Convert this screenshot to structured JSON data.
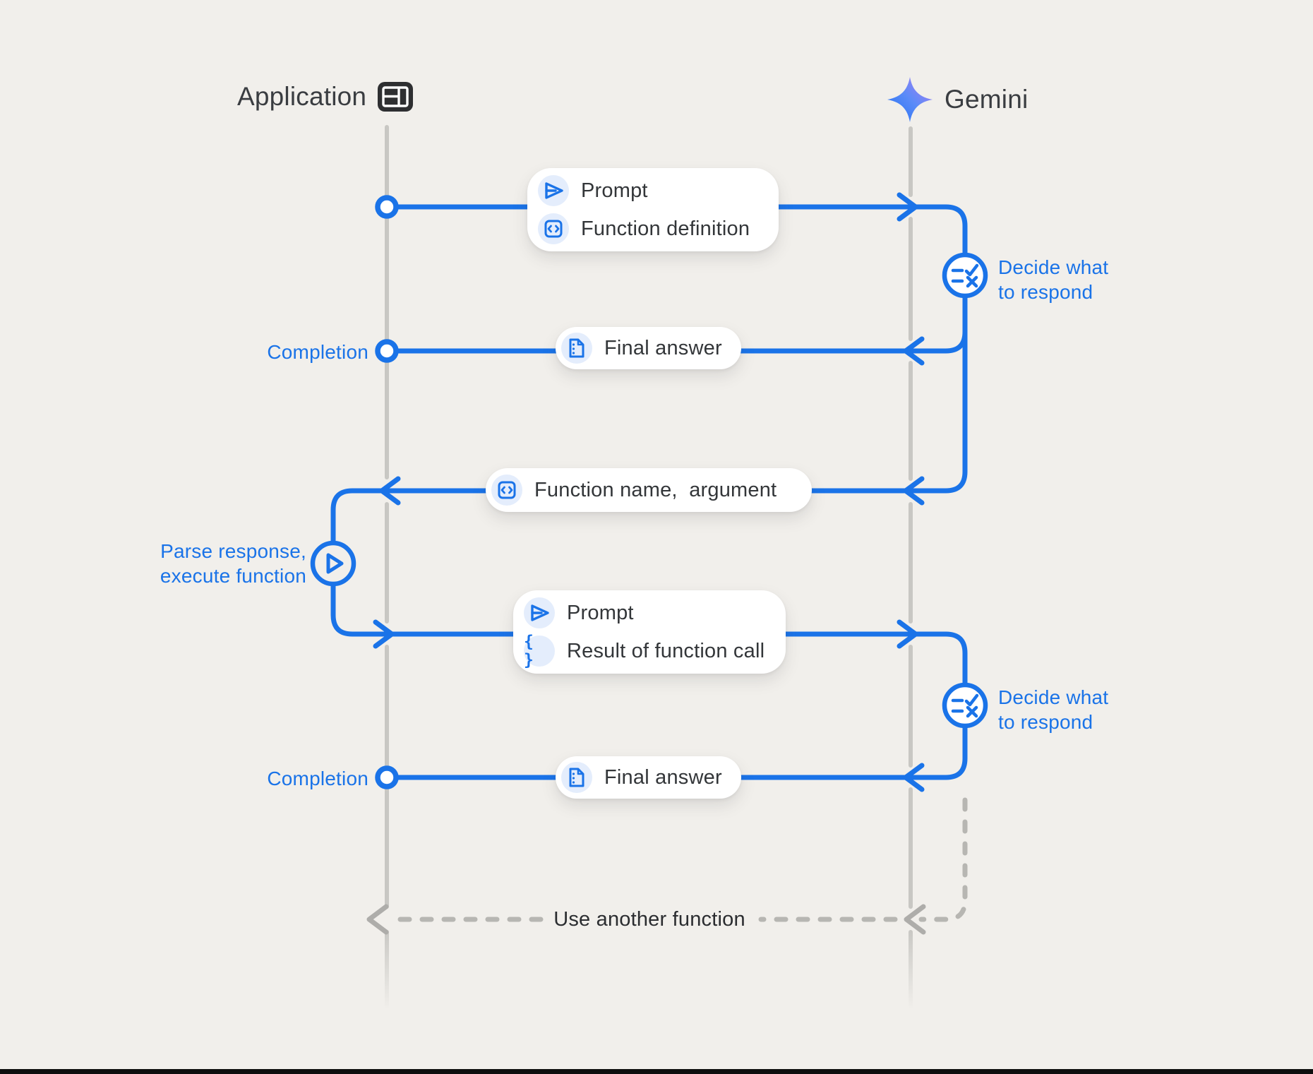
{
  "title": "Gemini function calling sequence diagram",
  "colors": {
    "background": "#f1efeb",
    "accent_blue": "#1a73e8",
    "lifeline_gray": "#c8c7c3",
    "dashed_gray": "#b7b6b2",
    "box_text": "#333639",
    "header_text": "#3a3d41",
    "star_gradient_start": "#1f6ef2",
    "star_gradient_end": "#b07cf2"
  },
  "actors": {
    "application": {
      "label": "Application",
      "icon": "app-window-icon"
    },
    "gemini": {
      "label": "Gemini",
      "icon": "gemini-star-icon"
    }
  },
  "messages": {
    "prompt_function": {
      "rows": [
        {
          "icon": "send-icon",
          "label": "Prompt"
        },
        {
          "icon": "code-icon",
          "label": "Function definition"
        }
      ]
    },
    "final_answer_1": {
      "icon": "document-icon",
      "label": "Final answer"
    },
    "function_name": {
      "icon": "code-icon",
      "label": "Function name,  argument"
    },
    "prompt_result": {
      "rows": [
        {
          "icon": "send-icon",
          "label": "Prompt"
        },
        {
          "icon": "braces-icon",
          "label": "Result of function call"
        }
      ]
    },
    "final_answer_2": {
      "icon": "document-icon",
      "label": "Final answer"
    }
  },
  "annotations": {
    "completion_1": "Completion",
    "completion_2": "Completion",
    "decide_1": {
      "line1": "Decide what",
      "line2": "to respond"
    },
    "decide_2": {
      "line1": "Decide what",
      "line2": "to respond"
    },
    "parse": {
      "line1": "Parse response,",
      "line2": "execute function"
    },
    "use_another": "Use another function"
  },
  "icons": {
    "braces_glyph": "{ }"
  }
}
